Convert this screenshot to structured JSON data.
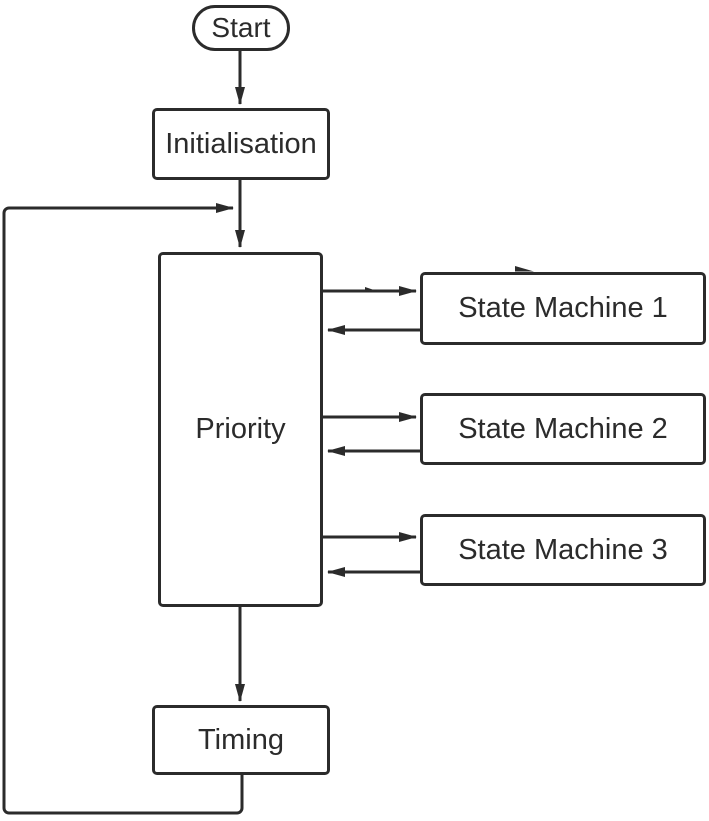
{
  "diagram": {
    "type": "flowchart",
    "colors": {
      "stroke": "#2b2b2b",
      "text": "#2b2b2b",
      "background": "#ffffff",
      "node_fill": "#ffffff"
    },
    "nodes": {
      "start": {
        "label": "Start",
        "shape": "terminator"
      },
      "initialisation": {
        "label": "Initialisation",
        "shape": "process"
      },
      "priority": {
        "label": "Priority",
        "shape": "process"
      },
      "sm1": {
        "label": "State Machine 1",
        "shape": "process"
      },
      "sm2": {
        "label": "State Machine 2",
        "shape": "process"
      },
      "sm3": {
        "label": "State Machine 3",
        "shape": "process"
      },
      "timing": {
        "label": "Timing",
        "shape": "process"
      }
    },
    "edges": [
      {
        "from": "start",
        "to": "initialisation",
        "direction": "down"
      },
      {
        "from": "initialisation",
        "to": "priority",
        "direction": "down"
      },
      {
        "from": "priority",
        "to": "sm1",
        "direction": "right"
      },
      {
        "from": "sm1",
        "to": "priority",
        "direction": "left"
      },
      {
        "from": "priority",
        "to": "sm2",
        "direction": "right"
      },
      {
        "from": "sm2",
        "to": "priority",
        "direction": "left"
      },
      {
        "from": "priority",
        "to": "sm3",
        "direction": "right"
      },
      {
        "from": "sm3",
        "to": "priority",
        "direction": "left"
      },
      {
        "from": "priority",
        "to": "timing",
        "direction": "down"
      },
      {
        "from": "timing",
        "to": "priority-input-junction",
        "direction": "loop-left-up"
      }
    ]
  }
}
